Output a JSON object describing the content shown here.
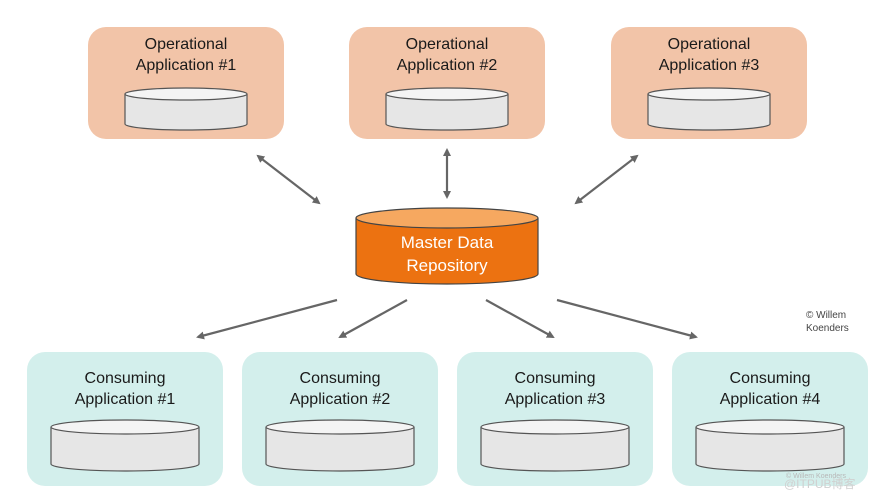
{
  "operational": [
    {
      "line1": "Operational",
      "line2": "Application #1"
    },
    {
      "line1": "Operational",
      "line2": "Application #2"
    },
    {
      "line1": "Operational",
      "line2": "Application #3"
    }
  ],
  "master": {
    "line1": "Master Data",
    "line2": "Repository"
  },
  "consuming": [
    {
      "line1": "Consuming",
      "line2": "Application #1"
    },
    {
      "line1": "Consuming",
      "line2": "Application #2"
    },
    {
      "line1": "Consuming",
      "line2": "Application #3"
    },
    {
      "line1": "Consuming",
      "line2": "Application #4"
    }
  ],
  "credit": {
    "line1": "© Willem",
    "line2": "Koenders"
  },
  "watermark": {
    "small": "© Willem Koenders",
    "main": "@ITPUB博客"
  },
  "colors": {
    "operational_fill": "#f2c4a8",
    "consuming_fill": "#d3efec",
    "master_fill": "#ec7211",
    "master_top": "#f6a860",
    "cylinder_fill": "#e6e6e6",
    "arrow": "#666666"
  }
}
